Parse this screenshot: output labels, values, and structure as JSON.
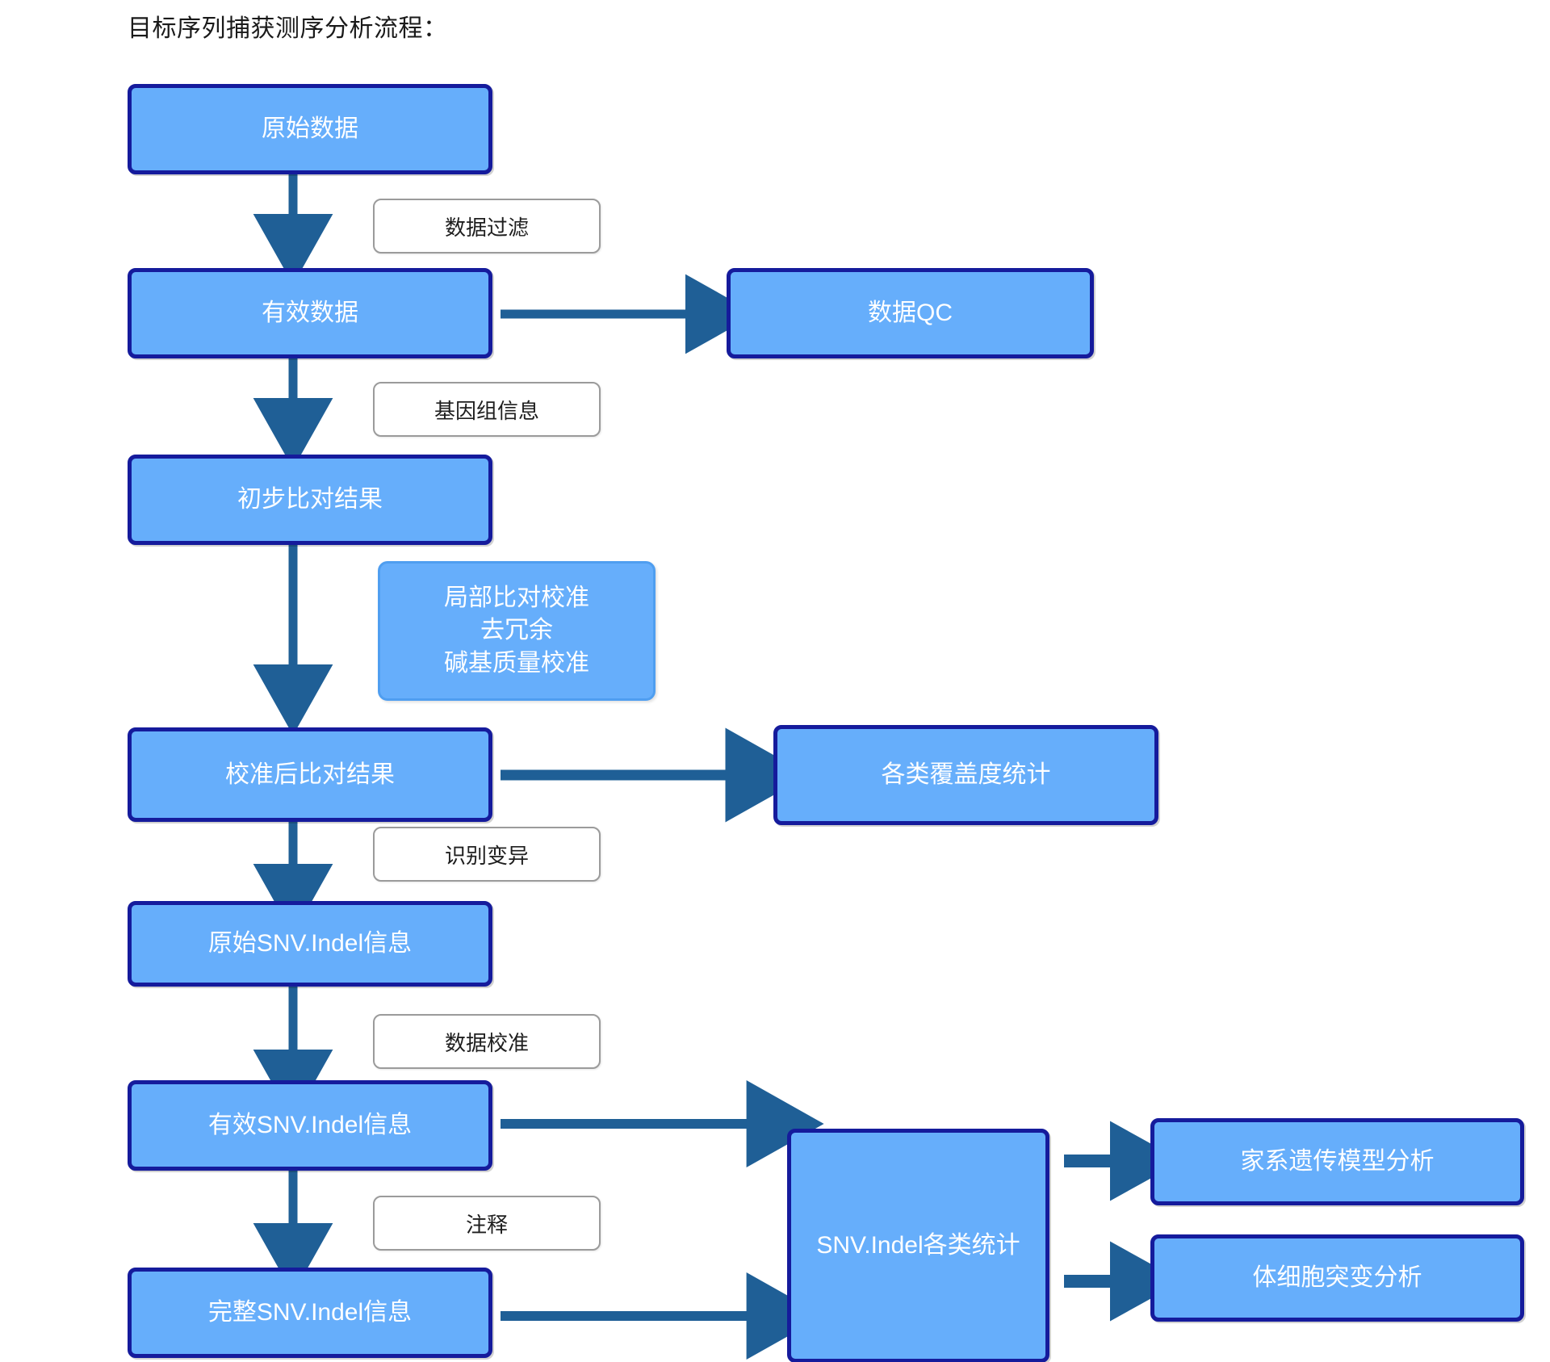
{
  "page": {
    "title": "目标序列捕获测序分析流程：",
    "background": "#ffffff",
    "node_fill": "#66aefb",
    "node_border": "#151b9c",
    "arrow_color": "#1f5f96",
    "label_border": "#9b9b9b",
    "node_text_color": "#ffffff"
  },
  "nodes": {
    "raw_data": "原始数据",
    "valid_data": "有效数据",
    "data_qc": "数据QC",
    "initial_alignment": "初步比对结果",
    "calibration_line1": "局部比对校准",
    "calibration_line2": "去冗余",
    "calibration_line3": "碱基质量校准",
    "calibrated_alignment": "校准后比对结果",
    "coverage_stats": "各类覆盖度统计",
    "raw_snv_indel": "原始SNV.Indel信息",
    "valid_snv_indel": "有效SNV.Indel信息",
    "complete_snv_indel": "完整SNV.Indel信息",
    "snv_indel_stats": "SNV.Indel各类统计",
    "pedigree_analysis": "家系遗传模型分析",
    "somatic_analysis": "体细胞突变分析"
  },
  "edge_labels": {
    "data_filter": "数据过滤",
    "genome_info": "基因组信息",
    "variant_calling": "识别变异",
    "data_calibration": "数据校准",
    "annotation": "注释"
  },
  "flow": {
    "type": "flowchart",
    "orientation": "top-to-bottom with right branches",
    "edges": [
      {
        "from": "raw_data",
        "to": "valid_data",
        "label": "数据过滤",
        "direction": "down"
      },
      {
        "from": "valid_data",
        "to": "data_qc",
        "label": "",
        "direction": "right"
      },
      {
        "from": "valid_data",
        "to": "initial_alignment",
        "label": "基因组信息",
        "direction": "down"
      },
      {
        "from": "initial_alignment",
        "to": "calibrated_alignment",
        "label": "局部比对校准/去冗余/碱基质量校准",
        "direction": "down"
      },
      {
        "from": "calibrated_alignment",
        "to": "coverage_stats",
        "label": "",
        "direction": "right"
      },
      {
        "from": "calibrated_alignment",
        "to": "raw_snv_indel",
        "label": "识别变异",
        "direction": "down"
      },
      {
        "from": "raw_snv_indel",
        "to": "valid_snv_indel",
        "label": "数据校准",
        "direction": "down"
      },
      {
        "from": "valid_snv_indel",
        "to": "snv_indel_stats",
        "label": "",
        "direction": "right"
      },
      {
        "from": "valid_snv_indel",
        "to": "complete_snv_indel",
        "label": "注释",
        "direction": "down"
      },
      {
        "from": "complete_snv_indel",
        "to": "snv_indel_stats",
        "label": "",
        "direction": "right"
      },
      {
        "from": "snv_indel_stats",
        "to": "pedigree_analysis",
        "label": "",
        "direction": "right"
      },
      {
        "from": "snv_indel_stats",
        "to": "somatic_analysis",
        "label": "",
        "direction": "right"
      }
    ]
  }
}
